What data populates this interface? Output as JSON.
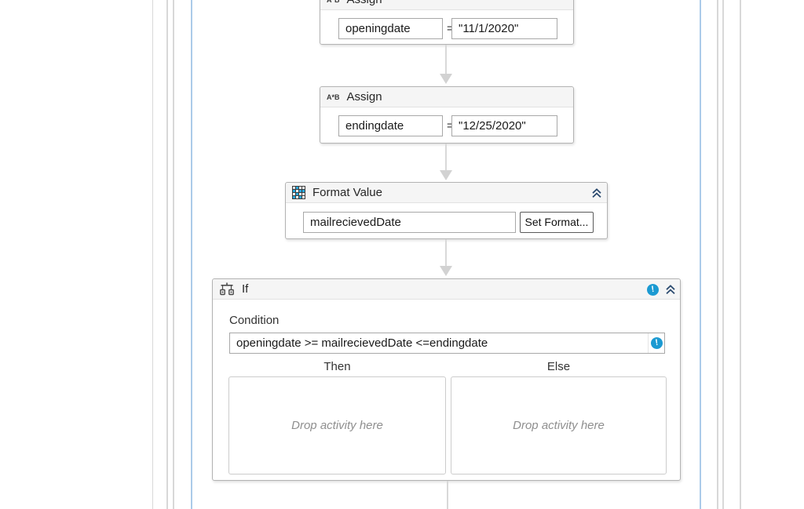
{
  "colors": {
    "accent_blue": "#1b9ad2",
    "container_outline_blue": "#abcbe9",
    "connector_gray": "#d9d9d9"
  },
  "workflow": {
    "assign_top": {
      "icon": "A*B",
      "title": "Assign",
      "to": "openingdate",
      "operator": "=",
      "value": "\"11/1/2020\""
    },
    "assign_bottom": {
      "icon": "A*B",
      "title": "Assign",
      "to": "endingdate",
      "operator": "=",
      "value": "\"12/25/2020\""
    },
    "format_value": {
      "title": "Format Value",
      "expression": "mailrecievedDate",
      "set_format_button": "Set Format..."
    },
    "if_activity": {
      "title": "If",
      "condition_label": "Condition",
      "condition_expression": "openingdate >=  mailrecievedDate <=endingdate",
      "then_label": "Then",
      "else_label": "Else",
      "then_placeholder": "Drop activity here",
      "else_placeholder": "Drop activity here",
      "warning_glyph": "!"
    }
  }
}
